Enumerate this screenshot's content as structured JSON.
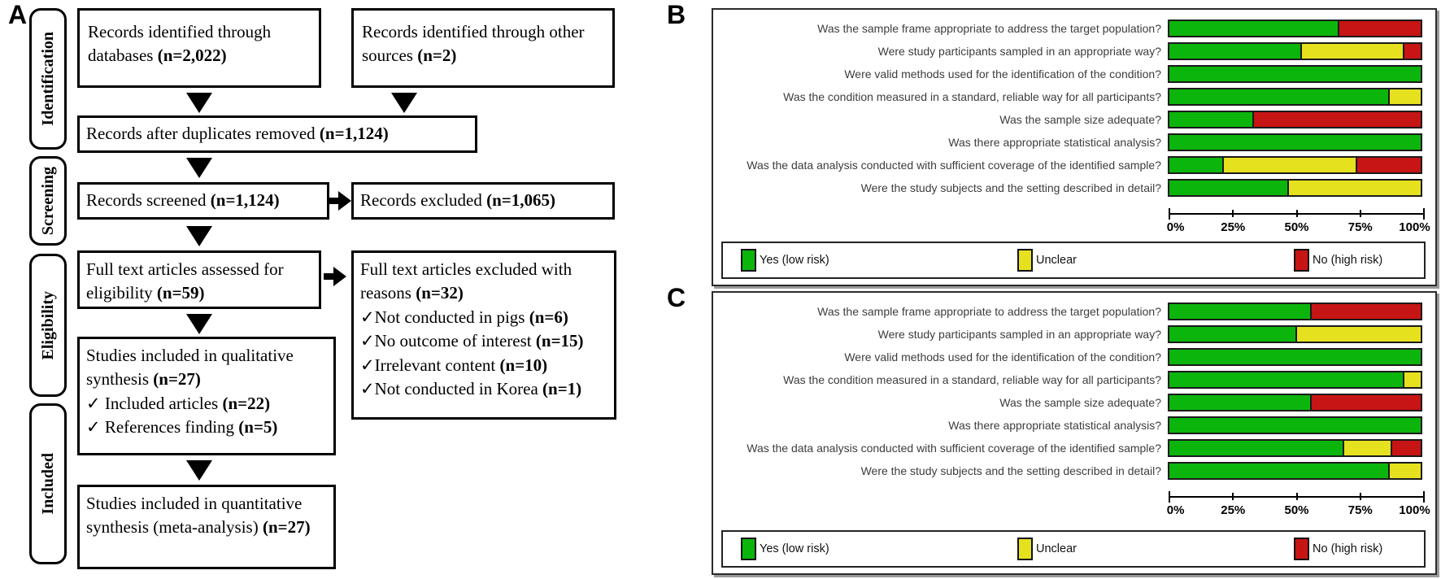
{
  "panels": {
    "a_label": "A",
    "b_label": "B",
    "c_label": "C"
  },
  "flow": {
    "stages": [
      "Identification",
      "Screening",
      "Eligibility",
      "Included"
    ],
    "db": {
      "text": "Records identified through databases ",
      "n": "(n=2,022)"
    },
    "other": {
      "text": "Records identified through other sources ",
      "n": "(n=2)"
    },
    "dup": {
      "text": "Records after duplicates removed ",
      "n": "(n=1,124)"
    },
    "screened": {
      "text": "Records screened ",
      "n": "(n=1,124)"
    },
    "excluded": {
      "text": "Records excluded ",
      "n": "(n=1,065)"
    },
    "fulltext": {
      "text": "Full text articles assessed for eligibility ",
      "n": "(n=59)"
    },
    "reasons": {
      "text": "Full text articles excluded with reasons ",
      "n": "(n=32)",
      "items": [
        {
          "text": "✓Not conducted in pigs ",
          "n": "(n=6)"
        },
        {
          "text": "✓No outcome of interest ",
          "n": "(n=15)"
        },
        {
          "text": "✓Irrelevant content ",
          "n": "(n=10)"
        },
        {
          "text": "✓Not conducted in Korea ",
          "n": "(n=1)"
        }
      ]
    },
    "qualitative": {
      "text": "Studies included in qualitative synthesis ",
      "n": "(n=27)",
      "items": [
        {
          "text": "✓ Included articles ",
          "n": "(n=22)"
        },
        {
          "text": "✓ References finding ",
          "n": "(n=5)"
        }
      ]
    },
    "quantitative": {
      "text": "Studies included in quantitative synthesis (meta-analysis) ",
      "n": "(n=27)"
    }
  },
  "chart_data": [
    {
      "type": "bar",
      "panel": "B",
      "stacked": true,
      "orientation": "horizontal",
      "categories": [
        "Was the sample frame appropriate to address the target population?",
        "Were study participants sampled in an appropriate way?",
        "Were valid methods used for the identification of the condition?",
        "Was the condition measured in a standard, reliable way for all participants?",
        "Was the sample size adequate?",
        "Was there appropriate statistical analysis?",
        "Was the data analysis conducted with sufficient coverage of the identified sample?",
        "Were the study subjects and the setting described in detail?"
      ],
      "series": [
        {
          "name": "Yes (low risk)",
          "key": "yes",
          "color": "#0cb50c",
          "values": [
            67,
            52,
            100,
            87,
            33,
            100,
            21,
            47
          ]
        },
        {
          "name": "Unclear",
          "key": "unclear",
          "color": "#e6e11f",
          "values": [
            0,
            41,
            0,
            13,
            0,
            0,
            53,
            53
          ]
        },
        {
          "name": "No (high risk)",
          "key": "no",
          "color": "#c71414",
          "values": [
            33,
            7,
            0,
            0,
            67,
            0,
            26,
            0
          ]
        }
      ],
      "xlim": [
        0,
        100
      ],
      "x_ticks": [
        "0%",
        "25%",
        "50%",
        "75%",
        "100%"
      ],
      "legend_position": "bottom"
    },
    {
      "type": "bar",
      "panel": "C",
      "stacked": true,
      "orientation": "horizontal",
      "categories": [
        "Was the sample frame appropriate to address the target population?",
        "Were study participants sampled in an appropriate way?",
        "Were valid methods used for the identification of the condition?",
        "Was the condition measured in a standard, reliable way for all participants?",
        "Was the sample size adequate?",
        "Was there appropriate statistical analysis?",
        "Was the data analysis conducted with sufficient coverage of the identified sample?",
        "Were the study subjects and the setting described in detail?"
      ],
      "series": [
        {
          "name": "Yes (low risk)",
          "key": "yes",
          "color": "#0cb50c",
          "values": [
            56,
            50,
            100,
            93,
            56,
            100,
            69,
            87
          ]
        },
        {
          "name": "Unclear",
          "key": "unclear",
          "color": "#e6e11f",
          "values": [
            0,
            50,
            0,
            7,
            0,
            0,
            19,
            13
          ]
        },
        {
          "name": "No (high risk)",
          "key": "no",
          "color": "#c71414",
          "values": [
            44,
            0,
            0,
            0,
            44,
            0,
            12,
            0
          ]
        }
      ],
      "xlim": [
        0,
        100
      ],
      "x_ticks": [
        "0%",
        "25%",
        "50%",
        "75%",
        "100%"
      ],
      "legend_position": "bottom"
    }
  ]
}
